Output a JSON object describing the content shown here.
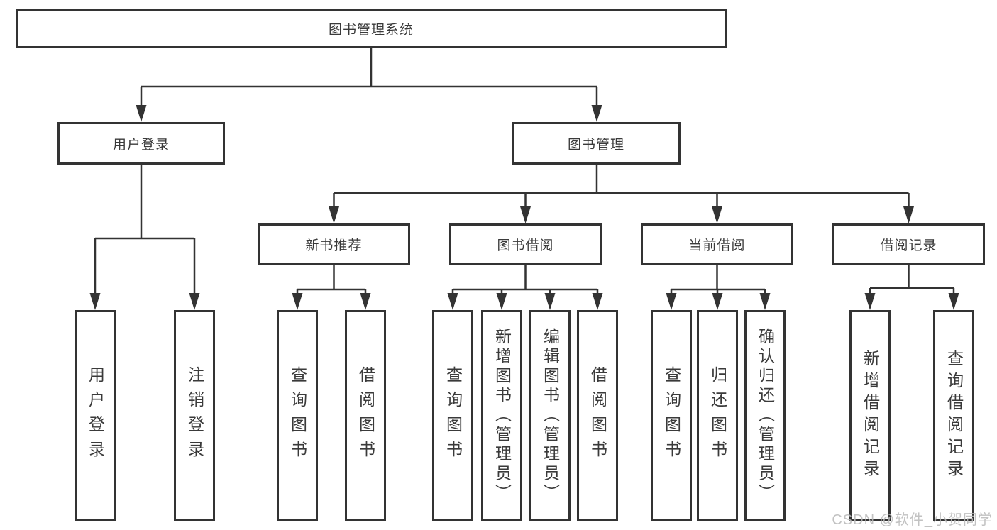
{
  "diagram": {
    "root": "图书管理系统",
    "branches": [
      {
        "label": "用户登录",
        "children": [
          "用户登录",
          "注销登录"
        ]
      },
      {
        "label": "图书管理",
        "children": [
          {
            "label": "新书推荐",
            "children": [
              "查询图书",
              "借阅图书"
            ]
          },
          {
            "label": "图书借阅",
            "children": [
              "查询图书",
              "新增图书（管理员）",
              "编辑图书（管理员）",
              "借阅图书"
            ]
          },
          {
            "label": "当前借阅",
            "children": [
              "查询图书",
              "归还图书",
              "确认归还（管理员）"
            ]
          },
          {
            "label": "借阅记录",
            "children": [
              "新增借阅记录",
              "查询借阅记录"
            ]
          }
        ]
      }
    ]
  },
  "watermark": "CSDN @软件_小贺同学",
  "colors": {
    "line": "#333333",
    "box_border": "#333333",
    "text": "#3a3a3a",
    "background": "#ffffff",
    "watermark": "#bababa"
  }
}
